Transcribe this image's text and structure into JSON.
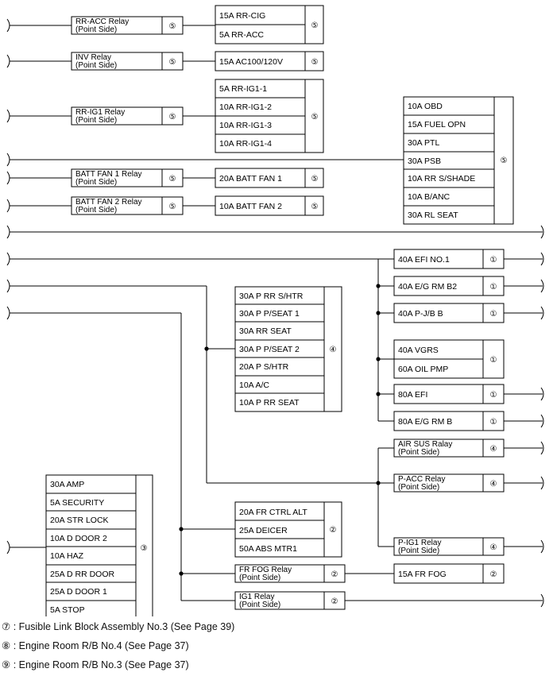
{
  "fuse_groups": {
    "rr_acc": [
      "15A RR-CIG",
      "5A RR-ACC"
    ],
    "inv": [
      "15A AC100/120V"
    ],
    "rr_ig1": [
      "5A RR-IG1-1",
      "10A RR-IG1-2",
      "10A RR-IG1-3",
      "10A RR-IG1-4"
    ],
    "batt_fan_1": [
      "20A BATT FAN 1"
    ],
    "batt_fan_2": [
      "10A BATT FAN 2"
    ],
    "right_upper": [
      "10A OBD",
      "15A FUEL OPN",
      "30A PTL",
      "30A PSB",
      "10A RR S/SHADE",
      "10A B/ANC",
      "30A RL SEAT"
    ],
    "efi_no1": [
      "40A EFI NO.1"
    ],
    "eg_rm_b2": [
      "40A E/G RM B2"
    ],
    "p_jb_b": [
      "40A P-J/B B"
    ],
    "vgrs": [
      "40A VGRS",
      "60A OIL PMP"
    ],
    "efi": [
      "80A EFI"
    ],
    "eg_rm_b": [
      "80A E/G RM B"
    ],
    "center": [
      "30A P RR S/HTR",
      "30A P P/SEAT 1",
      "30A RR SEAT",
      "30A P P/SEAT 2",
      "20A P S/HTR",
      "10A A/C",
      "10A P RR SEAT"
    ],
    "left_lower": [
      "30A AMP",
      "5A SECURITY",
      "20A STR LOCK",
      "10A D DOOR 2",
      "10A HAZ",
      "25A D RR DOOR",
      "25A D DOOR 1",
      "5A STOP"
    ],
    "fr_ctrl": [
      "20A FR CTRL ALT",
      "25A DEICER",
      "50A ABS MTR1"
    ],
    "fr_fog": [
      "15A FR FOG"
    ]
  },
  "relays": {
    "rr_acc": [
      "RR-ACC Relay",
      "(Point Side)"
    ],
    "inv": [
      "INV Relay",
      "(Point Side)"
    ],
    "rr_ig1": [
      "RR-IG1 Relay",
      "(Point Side)"
    ],
    "batt_fan_1": [
      "BATT FAN 1 Relay",
      "(Point Side)"
    ],
    "batt_fan_2": [
      "BATT FAN 2 Relay",
      "(Point Side)"
    ],
    "air_sus": [
      "AIR SUS Ralay",
      "(Point Side)"
    ],
    "p_acc": [
      "P-ACC Relay",
      "(Point Side)"
    ],
    "p_ig1": [
      "P-IG1 Relay",
      "(Point Side)"
    ],
    "fr_fog": [
      "FR FOG Relay",
      "(Point Side)"
    ],
    "ig1": [
      "IG1 Relay",
      "(Point Side)"
    ]
  },
  "nums": {
    "n1": "①",
    "n2": "②",
    "n3": "③",
    "n4": "④",
    "n5": "⑤",
    "n7": "⑦",
    "n8": "⑧",
    "n9": "⑨"
  },
  "legend": [
    {
      "num": "⑦",
      "text": ": Fusible Link Block Assembly No.3 (See Page 39)"
    },
    {
      "num": "⑧",
      "text": ": Engine Room R/B No.4 (See Page 37)"
    },
    {
      "num": "⑨",
      "text": ": Engine Room R/B No.3 (See Page 37)"
    }
  ]
}
